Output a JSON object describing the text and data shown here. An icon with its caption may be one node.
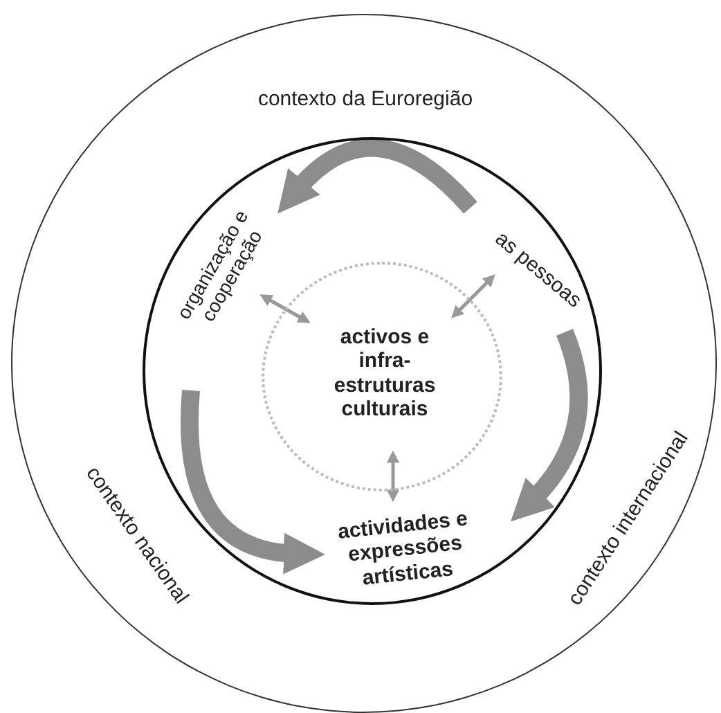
{
  "diagram": {
    "nodes": [
      {
        "text": [
          "contexto da Euroregião",
          "contexto nacional",
          "contexto internacional"
        ]
      },
      {
        "text": [],
        "shape": "circle",
        "in": 0
      },
      {
        "text": [
          "organização e cooperação"
        ],
        "in": 1
      },
      {
        "text": [
          "as pessoas"
        ],
        "in": 1
      },
      {
        "text": [
          "activos e infra-estruturas culturais"
        ],
        "in": 1
      },
      {
        "text": [
          "actividades e expressões artísticas"
        ],
        "in": 1
      }
    ],
    "edges": [
      {
        "from": 4,
        "to": 2,
        "arrow": "both"
      },
      {
        "from": 4,
        "to": 3,
        "arrow": "both"
      },
      {
        "from": 4,
        "to": 5,
        "arrow": "both"
      },
      {
        "from": 3,
        "to": 2,
        "arrow": "to",
        "style": "thick"
      },
      {
        "from": 3,
        "to": 5,
        "arrow": "to",
        "style": "thick"
      },
      {
        "from": 2,
        "to": 5,
        "arrow": "to",
        "style": "thick"
      }
    ]
  }
}
